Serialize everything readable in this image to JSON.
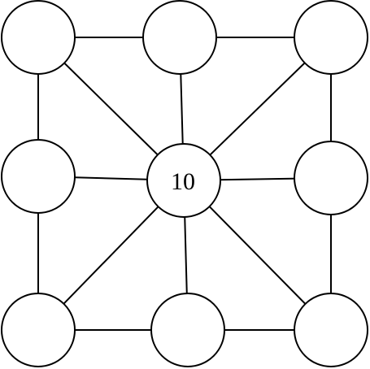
{
  "diagram": {
    "nodes": [
      {
        "id": "top-left",
        "label": ""
      },
      {
        "id": "top-middle",
        "label": ""
      },
      {
        "id": "top-right",
        "label": ""
      },
      {
        "id": "middle-left",
        "label": ""
      },
      {
        "id": "center",
        "label": "10"
      },
      {
        "id": "middle-right",
        "label": ""
      },
      {
        "id": "bottom-left",
        "label": ""
      },
      {
        "id": "bottom-middle",
        "label": ""
      },
      {
        "id": "bottom-right",
        "label": ""
      }
    ],
    "colors": {
      "stroke": "#000000",
      "fill": "#ffffff"
    }
  }
}
